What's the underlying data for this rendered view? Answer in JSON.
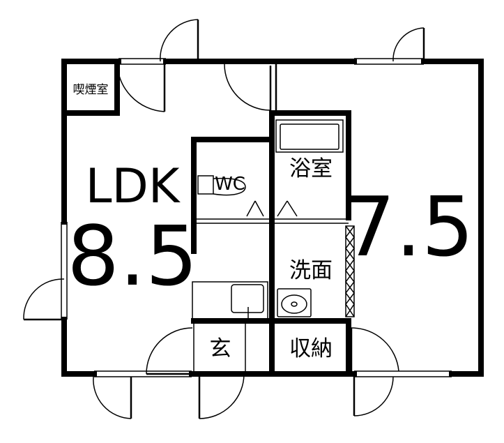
{
  "floor_plan": {
    "rooms": {
      "smoking_room": {
        "label": "喫煙室"
      },
      "ldk": {
        "label": "LDK",
        "size": "8.5"
      },
      "wc": {
        "label": "WC"
      },
      "bathroom": {
        "label": "浴室"
      },
      "washroom": {
        "label": "洗面"
      },
      "entrance": {
        "label": "玄"
      },
      "storage": {
        "label": "収納"
      },
      "bedroom": {
        "size": "7.5"
      }
    }
  }
}
